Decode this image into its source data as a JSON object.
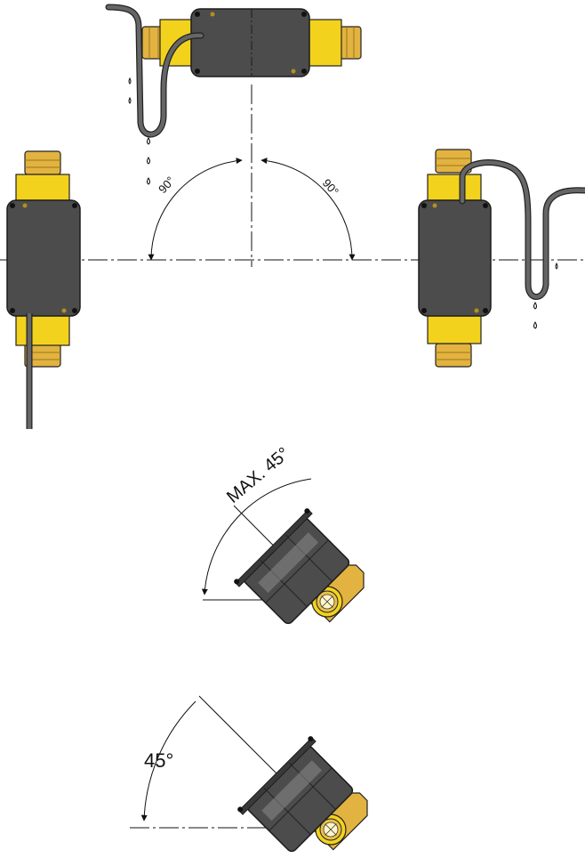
{
  "labels": {
    "angle_left": "90°",
    "angle_right": "90°",
    "max_tilt": "MAX. 45°",
    "tilt": "45°"
  },
  "colors": {
    "brass": "#e2b340",
    "brass_dark": "#9c7418",
    "body_yellow": "#f3d21d",
    "housing": "#4c4c4c",
    "housing_dark": "#2f2f2f",
    "cable": "#555555",
    "line": "#111111"
  }
}
